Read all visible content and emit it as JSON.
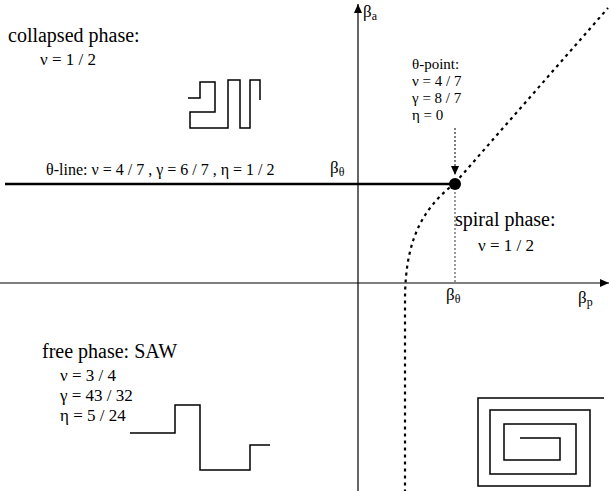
{
  "diagram": {
    "labels": [
      "collapsed phase:",
      "ν = 1 / 2",
      "βa",
      "θ-point:",
      "ν = 4 / 7",
      "γ = 8 / 7",
      "η = 0",
      "θ-line: ν = 4 / 7 , γ = 6 / 7 , η = 1 / 2",
      "βθ",
      "spiral phase:",
      "ν = 1 / 2",
      "βθ",
      "βp",
      "free phase: SAW",
      "ν = 3 / 4",
      "γ = 43 / 32",
      "η = 5 / 24"
    ]
  }
}
